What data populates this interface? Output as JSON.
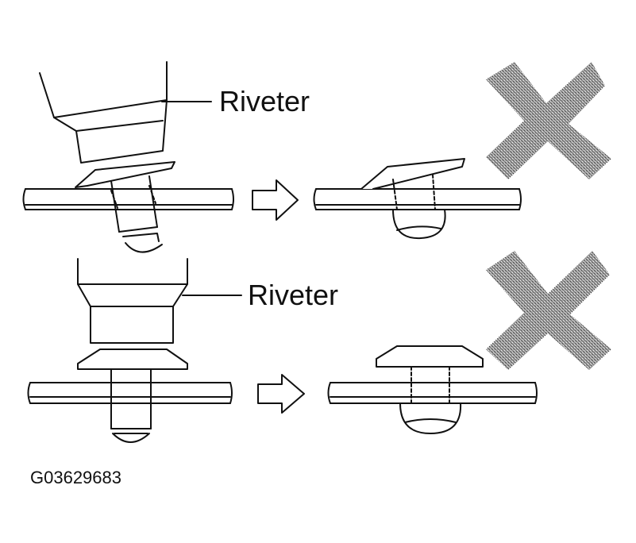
{
  "labels": {
    "top_riveter": "Riveter",
    "bottom_riveter": "Riveter",
    "figure_code": "G03629683"
  },
  "rows": [
    {
      "name": "tilted-riveter",
      "result_mark": "incorrect-x-mark"
    },
    {
      "name": "level-riveter-lifted",
      "result_mark": "incorrect-x-mark"
    }
  ],
  "colors": {
    "line": "#111111",
    "x_mark": "#8a8a8a"
  },
  "icons": {
    "arrow": "right-outline-arrow-icon",
    "mark": "gray-x-mark-icon"
  }
}
